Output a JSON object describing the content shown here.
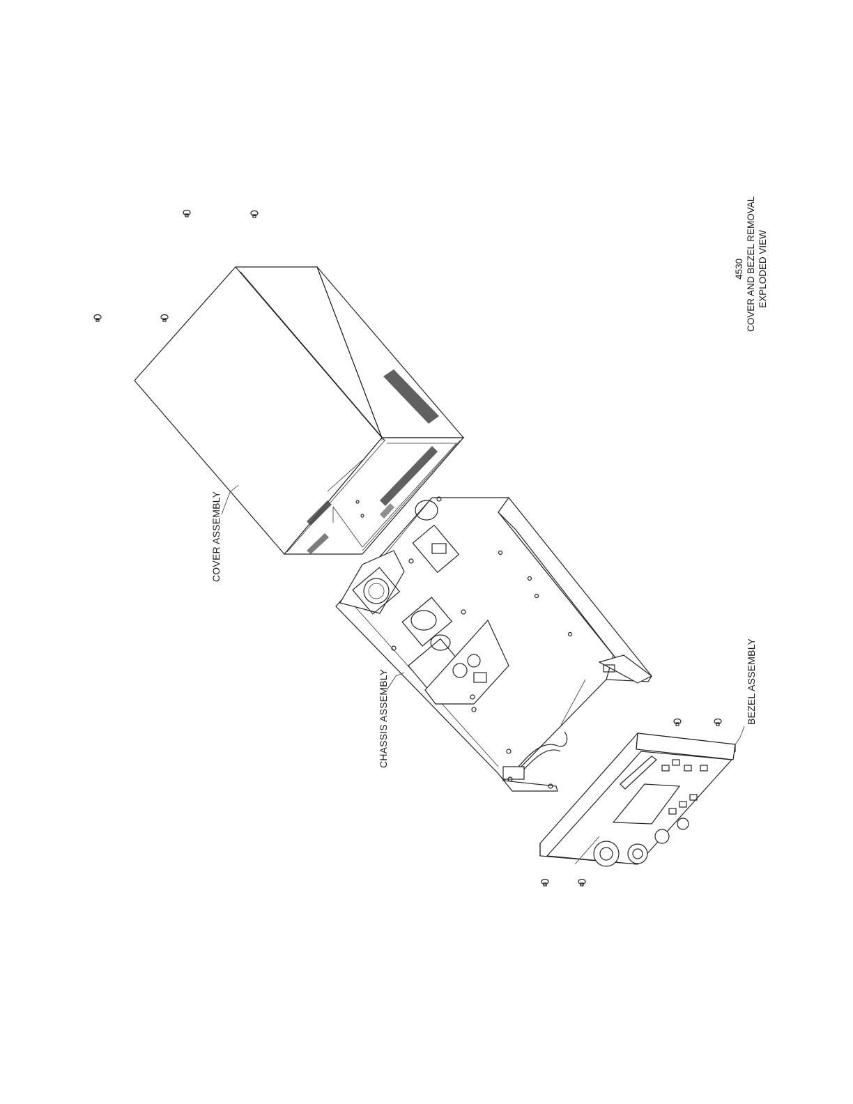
{
  "labels": {
    "cover": "COVER ASSEMBLY",
    "chassis": "CHASSIS ASSEMBLY",
    "bezel": "BEZEL ASSEMBLY"
  },
  "title_block": {
    "model": "4530",
    "line1": "COVER AND BEZEL REMOVAL",
    "line2": "EXPLODED VIEW"
  },
  "colors": {
    "line": "#222222",
    "background": "#ffffff"
  }
}
